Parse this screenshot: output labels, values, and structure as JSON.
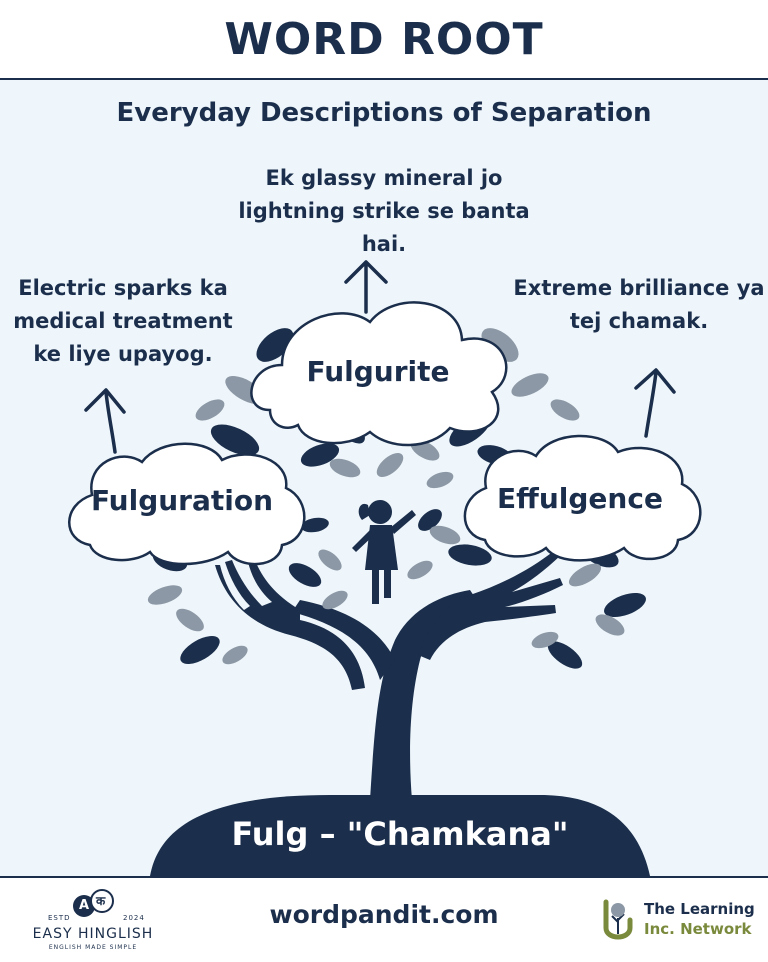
{
  "header": {
    "title": "WORD ROOT"
  },
  "subtitle": "Everyday Descriptions of Separation",
  "descriptions": {
    "top": [
      "Ek glassy mineral jo",
      "lightning strike se banta",
      "hai."
    ],
    "left": [
      "Electric sparks ka",
      "medical treatment",
      "ke liye upayog."
    ],
    "right": [
      "Extreme brilliance ya",
      "tej chamak."
    ]
  },
  "clouds": {
    "top": "Fulgurite",
    "left": "Fulguration",
    "right": "Effulgence"
  },
  "root": "Fulg – \"Chamkana\"",
  "footer": {
    "left_brand": {
      "estd": "ESTD",
      "year": "2024",
      "name": "EASY HINGLISH",
      "tagline": "ENGLISH MADE SIMPLE",
      "badge_a": "A",
      "badge_k": "क"
    },
    "site": "wordpandit.com",
    "right_brand": {
      "line1": "The Learning",
      "line2": "Inc. Network"
    }
  },
  "colors": {
    "navy": "#1b2e4b",
    "background": "#eef6fb",
    "leaf_gray": "#8c98a5",
    "olive": "#7a8a3c"
  }
}
